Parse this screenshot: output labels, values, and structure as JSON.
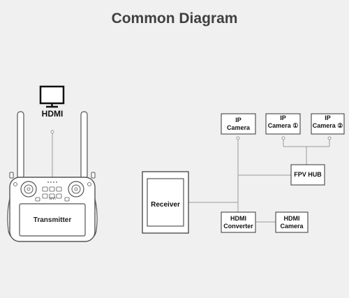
{
  "title": "Common Diagram",
  "monitor": {
    "label": "HDMI"
  },
  "transmitter": {
    "label": "Transmitter",
    "brand": "SIYI"
  },
  "receiver": {
    "label": "Receiver"
  },
  "nodes": {
    "ip_camera": {
      "line1": "IP",
      "line2": "Camera"
    },
    "ip_camera_1": {
      "line1": "IP",
      "line2": "Camera ①"
    },
    "ip_camera_2": {
      "line1": "IP",
      "line2": "Camera ②"
    },
    "fpv_hub": {
      "line1": "FPV HUB"
    },
    "hdmi_converter": {
      "line1": "HDMI",
      "line2": "Converter"
    },
    "hdmi_camera": {
      "line1": "HDMI",
      "line2": "Camera"
    }
  },
  "colors": {
    "line": "#9a9a9a",
    "box_stroke": "#333333",
    "box_fill": "#ffffff"
  }
}
